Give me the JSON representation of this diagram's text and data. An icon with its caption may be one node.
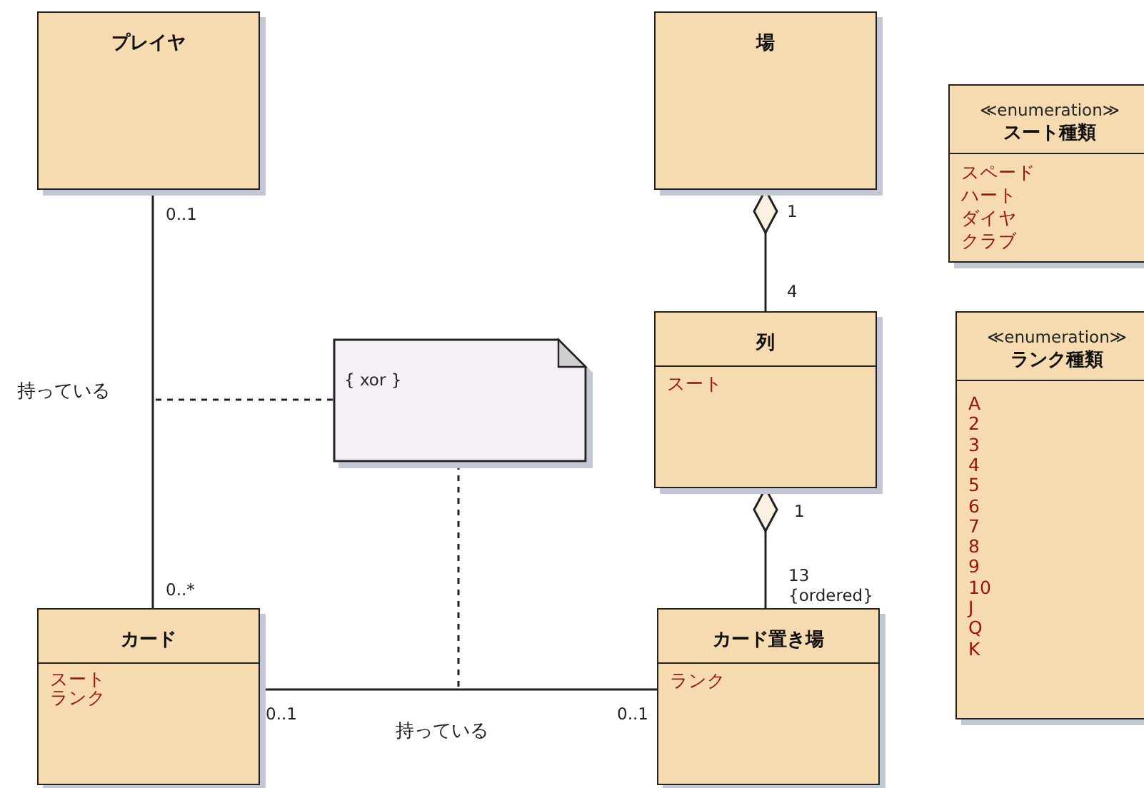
{
  "diagram": {
    "nodes": [
      {
        "text": [
          "プレイヤ"
        ]
      },
      {
        "text": [
          "場"
        ]
      },
      {
        "text": [
          "≪enumeration≫",
          "スート種類",
          "スペード",
          "ハート",
          "ダイヤ",
          "クラブ"
        ]
      },
      {
        "text": [
          "列",
          "スート"
        ]
      },
      {
        "text": [
          "≪enumeration≫",
          "ランク種類",
          "A",
          "2",
          "3",
          "4",
          "5",
          "6",
          "7",
          "8",
          "9",
          "10",
          "J",
          "Q",
          "K"
        ]
      },
      {
        "text": [
          "{ xor }"
        ]
      },
      {
        "text": [
          "カード",
          "スート",
          "ランク"
        ]
      },
      {
        "text": [
          "カード置き場",
          "ランク"
        ]
      }
    ],
    "edges": [
      {
        "from": 0,
        "to": 6,
        "arrow": "none",
        "label": "持っている"
      },
      {
        "from": 3,
        "to": 1,
        "arrow": "other"
      },
      {
        "from": 7,
        "to": 3,
        "arrow": "other"
      },
      {
        "from": 6,
        "to": 7,
        "arrow": "none",
        "label": "持っている"
      },
      {
        "from": 5,
        "to": null,
        "arrow": "none",
        "style": "dashed"
      },
      {
        "from": 5,
        "to": null,
        "arrow": "none",
        "style": "dashed"
      }
    ],
    "labels": [
      "0..1",
      "1",
      "4",
      "1",
      "13",
      "{ordered}",
      "0..*",
      "0..1",
      "0..1"
    ]
  }
}
